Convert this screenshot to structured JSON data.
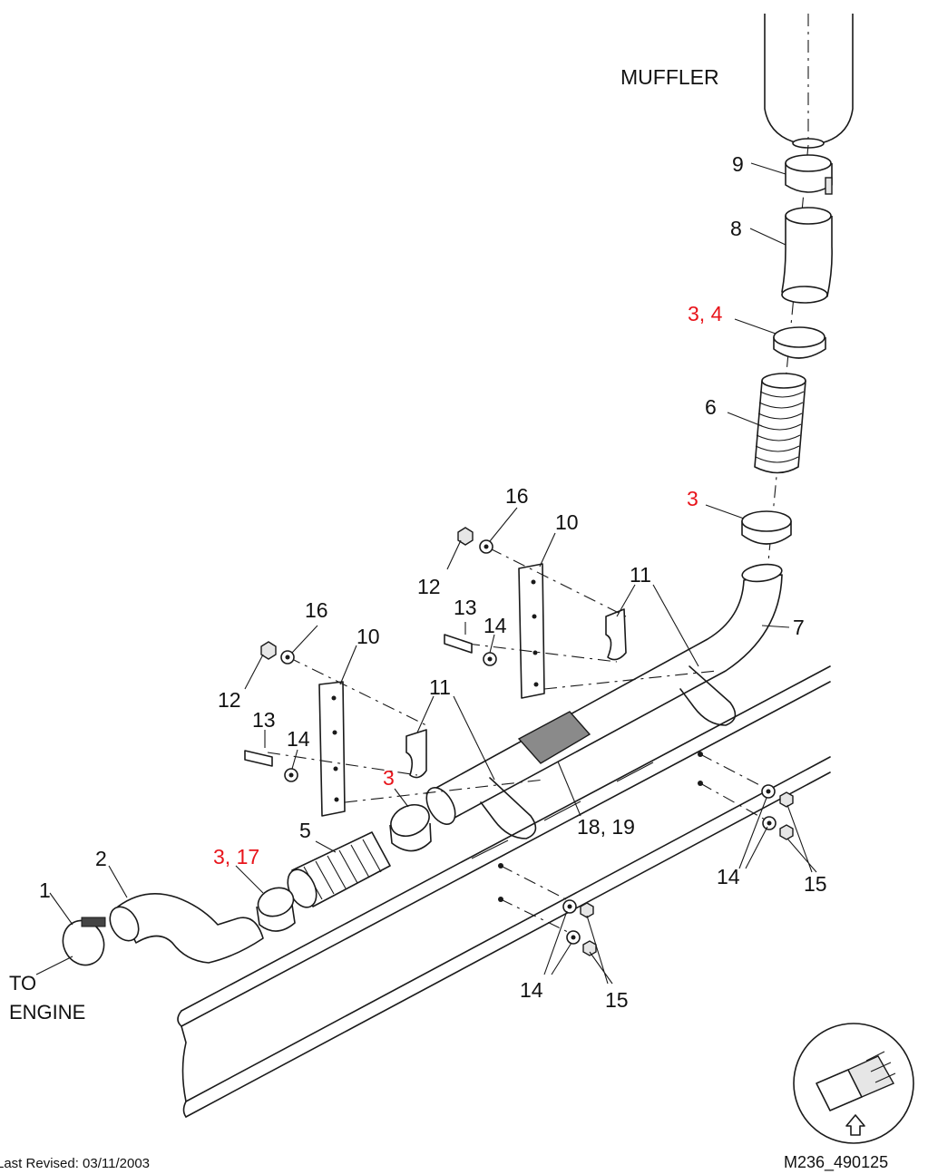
{
  "colors": {
    "line": "#1a1a1a",
    "highlight_label": "#e8141b",
    "background": "#ffffff"
  },
  "captions": {
    "muffler": "MUFFLER",
    "to": "TO",
    "engine": "ENGINE"
  },
  "callouts": {
    "c1": "1",
    "c2": "2",
    "c3_17": "3, 17",
    "c5": "5",
    "c3_mid": "3",
    "c10_left": "10",
    "c10_right": "10",
    "c11_left": "11",
    "c11_right": "11",
    "c12_left": "12",
    "c12_right": "12",
    "c13_left": "13",
    "c13_right": "13",
    "c14_left": "14",
    "c14_right": "14",
    "c16_left": "16",
    "c16_right": "16",
    "c18_19": "18, 19",
    "c7": "7",
    "c3_upper": "3",
    "c6": "6",
    "c3_4": "3, 4",
    "c8": "8",
    "c9": "9",
    "c14_bottom_mid": "14",
    "c15_bottom_mid": "15",
    "c14_bottom_right": "14",
    "c15_bottom_right": "15"
  },
  "highlighted_callouts": [
    "3, 17",
    "3",
    "3",
    "3, 4"
  ],
  "footer": {
    "revised": "Last Revised: 03/11/2003",
    "figure_id": "M236_490125"
  },
  "locator_icon": "vehicle-locator-icon"
}
